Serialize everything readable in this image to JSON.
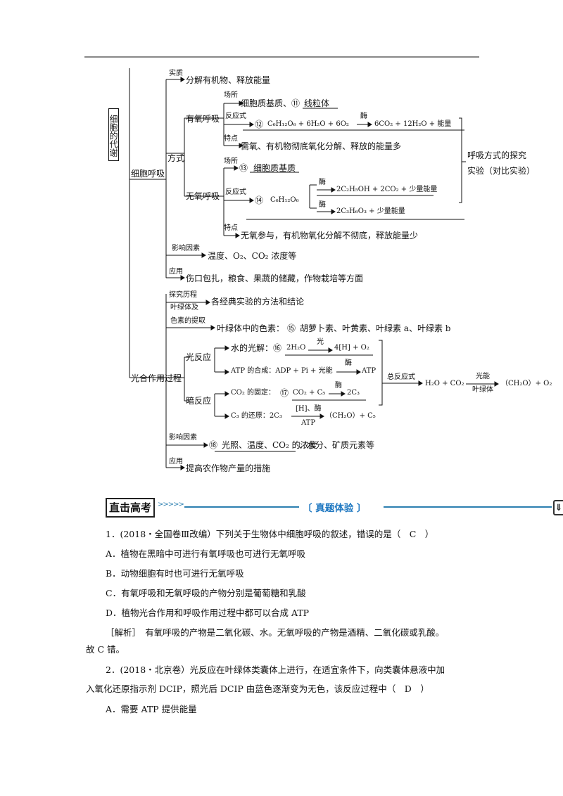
{
  "mindmap": {
    "root": "细胞的代谢",
    "resp": {
      "title": "细胞呼吸",
      "essence_label": "实质",
      "essence_text": "分解有机物、释放能量",
      "mode_label": "方式",
      "aerobic": {
        "title": "有氧呼吸",
        "site_label": "场所",
        "site_text": "细胞质基质、",
        "site_num": "⑪",
        "site_answer": "线粒体",
        "eq_label": "反应式",
        "eq_num": "⑫",
        "eq_left": "C₆H₁₂O₆ + 6H₂O + 6O₂",
        "eq_cond": "酶",
        "eq_right": "6CO₂ + 12H₂O + 能量",
        "feat_label": "特点",
        "feat_text": "需氧、有机物彻底氧化分解、释放的能量多"
      },
      "anaerobic": {
        "title": "无氧呼吸",
        "site_label": "场所",
        "site_num": "⑬",
        "site_answer": "细胞质基质",
        "eq_label": "反应式",
        "eq_num": "⑭",
        "eq_left": "C₆H₁₂O₆",
        "eq_cond1": "酶",
        "eq_right1": "2C₂H₅OH + 2CO₂ + 少量能量",
        "eq_cond2": "酶",
        "eq_right2": "2C₃H₆O₃ + 少量能量",
        "feat_label": "特点",
        "feat_text": "无氧参与，有机物氧化分解不彻底，释放能量少"
      },
      "explore_line1": "呼吸方式的探究",
      "explore_line2": "实验（对比实验）",
      "factor_label": "影响因素",
      "factor_text": "温度、O₂、CO₂ 浓度等",
      "app_label": "应用",
      "app_text": "伤口包扎，粮食、果蔬的储藏，作物栽培等方面"
    },
    "photo": {
      "title": "光合作用过程",
      "history_label": "探究历程",
      "history_text": "各经典实验的方法和结论",
      "pigment_label1": "叶绿体及",
      "pigment_label2": "色素的提取",
      "pigment_text": "叶绿体中的色素：",
      "pigment_num": "⑮",
      "pigment_answer": "胡萝卜素、叶黄素、叶绿素 a、叶绿素 b",
      "light": {
        "title": "光反应",
        "water_text": "水的光解：",
        "water_num": "⑯",
        "water_left": "2H₂O",
        "water_cond": "光",
        "water_right": "4[H] + O₂",
        "atp_text": "ATP 的合成：ADP + Pi + 光能",
        "atp_cond": "酶",
        "atp_right": "ATP"
      },
      "dark": {
        "title": "暗反应",
        "fix_text": "CO₂ 的固定：",
        "fix_num": "⑰",
        "fix_left": "CO₂ + C₅",
        "fix_cond": "酶",
        "fix_right": "2C₃",
        "red_text": "C₃ 的还原：2C₃",
        "red_cond_top": "[H]、酶",
        "red_cond_bottom": "ATP",
        "red_right": "（CH₂O）+ C₅"
      },
      "total_label": "总反应式",
      "total_left": "H₂O + CO₂",
      "total_cond_top": "光能",
      "total_cond_bottom": "叶绿体",
      "total_right": "（CH₂O）+ O₂",
      "factor_label": "影响因素",
      "factor_num": "⑱",
      "factor_answer": "光照、温度、CO₂ 的浓度",
      "factor_rest": "、水分、矿质元素等",
      "app_label": "应用",
      "app_text": "提高农作物产量的措施"
    }
  },
  "banner": {
    "left": "直击高考",
    "arrows": ">>>>>",
    "tab": "〔 真题体验 〕",
    "end": "⇓"
  },
  "questions": {
    "q1": {
      "stem": "1．(2018・全国卷Ⅲ改编）下列关于生物体中细胞呼吸的叙述，错误的是（　C　）",
      "A": "A．植物在黑暗中可进行有氧呼吸也可进行无氧呼吸",
      "B": "B．动物细胞有时也可进行无氧呼吸",
      "C": "C．有氧呼吸和无氧呼吸的产物分别是葡萄糖和乳酸",
      "D": "D．植物光合作用和呼吸作用过程中都可以合成 ATP",
      "analysis1": "［解析］　有氧呼吸的产物是二氧化碳、水。无氧呼吸的产物是酒精、二氧化碳或乳酸。",
      "analysis2": "故 C 错。"
    },
    "q2": {
      "stem1": "2．(2018・北京卷）光反应在叶绿体类囊体上进行，在适宜条件下，向类囊体悬液中加",
      "stem2": "入氧化还原指示剂 DCIP，照光后 DCIP 由蓝色逐渐变为无色，该反应过程中（　D　）",
      "A": "A．需要 ATP 提供能量"
    }
  }
}
